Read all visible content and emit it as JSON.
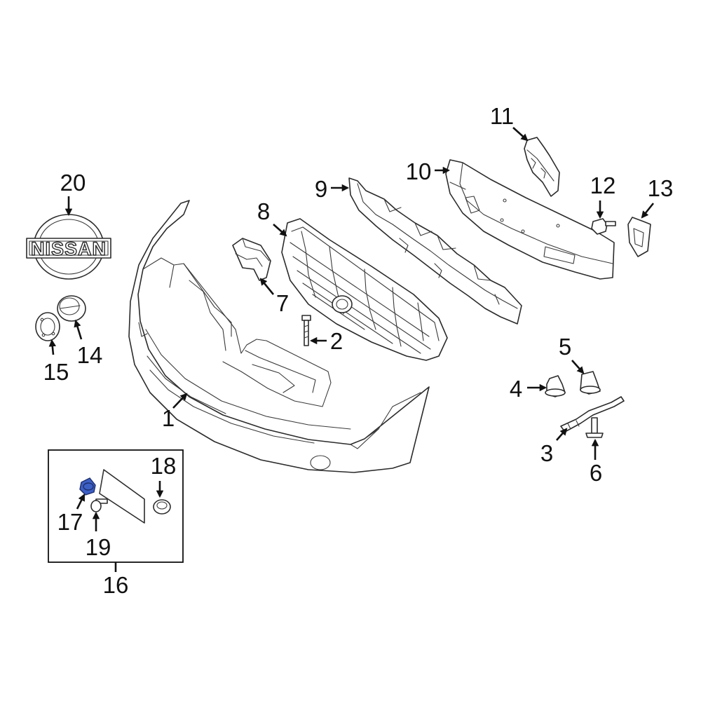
{
  "callouts": {
    "c1": "1",
    "c2": "2",
    "c3": "3",
    "c4": "4",
    "c5": "5",
    "c6": "6",
    "c7": "7",
    "c8": "8",
    "c9": "9",
    "c10": "10",
    "c11": "11",
    "c12": "12",
    "c13": "13",
    "c14": "14",
    "c15": "15",
    "c16": "16",
    "c17": "17",
    "c18": "18",
    "c19": "19",
    "c20": "20"
  },
  "emblem": {
    "brand_text": "NISSAN"
  },
  "colors": {
    "line": "#2b2b2b",
    "highlight": "#3c5fc4",
    "background": "#ffffff"
  },
  "highlighted_part": "17"
}
